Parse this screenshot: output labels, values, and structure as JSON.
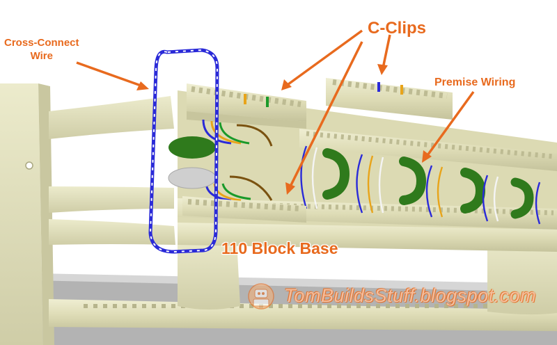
{
  "labels": {
    "cross_connect_line1": "Cross-Connect",
    "cross_connect_line2": "Wire",
    "c_clips": "C-Clips",
    "premise_wiring": "Premise Wiring",
    "block_base": "110 Block Base",
    "watermark": "TomBuildsStuff.blogspot.com"
  },
  "colors": {
    "frame": "#e4e2bf",
    "frame_shadow": "#b8b690",
    "annotation": "#e86a1e",
    "wire_blue": "#2a2ad8",
    "wire_orange": "#e8a41a",
    "wire_green": "#1a9a2a",
    "wire_brown": "#7a5210",
    "wire_white": "#f4f4f4",
    "loop_green": "#2f7a1c",
    "loop_gray": "#cfcfcf",
    "background": "#ffffff"
  },
  "icons": {
    "watermark_logo": "robot-mascot-icon"
  }
}
